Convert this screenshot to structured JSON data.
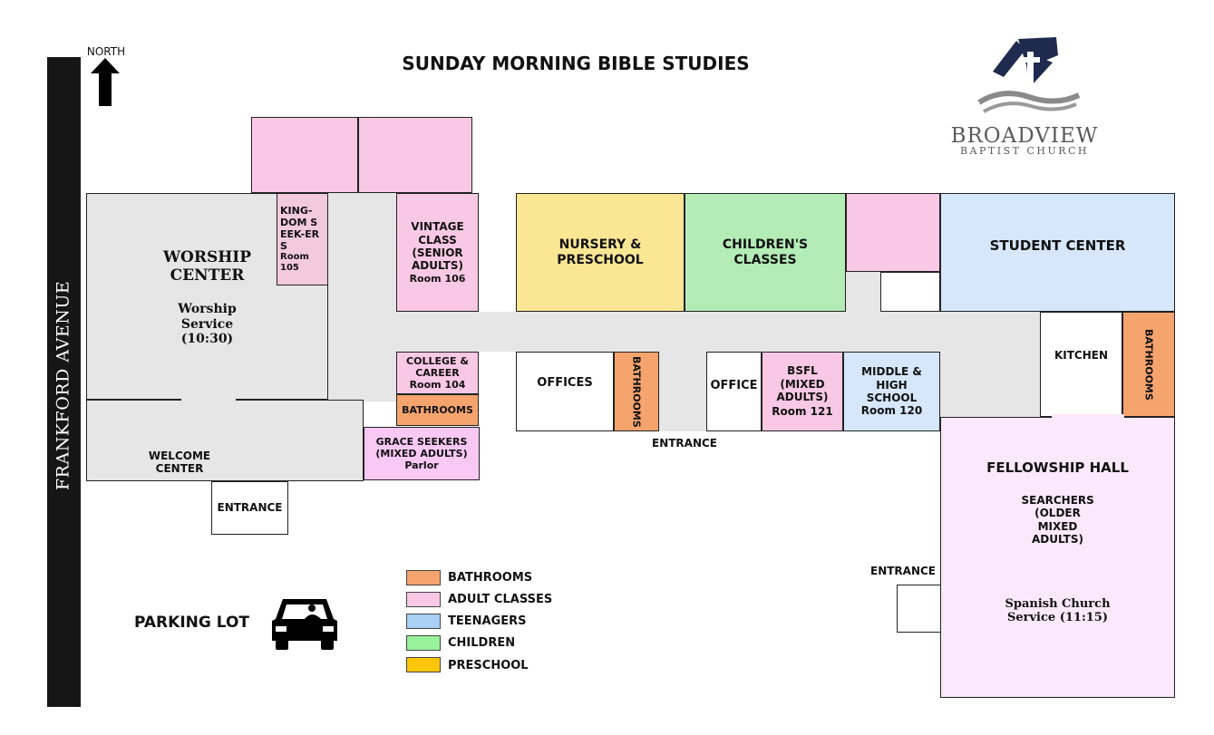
{
  "title": "SUNDAY MORNING BIBLE STUDIES",
  "north_label": "NORTH",
  "street": "FRANKFORD AVENUE",
  "logo": {
    "name": "BROADVIEW",
    "subtitle": "BAPTIST CHURCH"
  },
  "colors": {
    "bathrooms": "#f6a46e",
    "adult": "#f9c8e4",
    "teen": "#d6e6fb",
    "children": "#b4ecb6",
    "preschool": "#fbe694",
    "hall": "#e6e6e6",
    "fellowship": "#fbe9fb"
  },
  "rooms": {
    "worship_title": "WORSHIP CENTER",
    "worship_service": "Worship Service (10:30)",
    "welcome": "WELCOME CENTER",
    "kingdom": "KING-DOM SEEK-ERS",
    "kingdom_room": "Room 105",
    "vintage": "VINTAGE CLASS (SENIOR ADULTS)",
    "vintage_room": "Room 106",
    "college": "COLLEGE & CAREER",
    "college_room": "Room 104",
    "bath_left": "BATHROOMS",
    "grace": "GRACE SEEKERS (MIXED ADULTS)",
    "grace_room": "Parlor",
    "nursery": "NURSERY & PRESCHOOL",
    "children": "CHILDREN'S CLASSES",
    "student": "STUDENT CENTER",
    "offices": "OFFICES",
    "bath_mid": "BATHROOMS",
    "office": "OFFICE",
    "bsfl": "BSFL (MIXED ADULTS)",
    "bsfl_room": "Room 121",
    "middle": "MIDDLE & HIGH SCHOOL",
    "middle_room": "Room 120",
    "kitchen": "KITCHEN",
    "bath_right": "BATHROOMS",
    "fellowship": "FELLOWSHIP HALL",
    "searchers": "SEARCHERS (OLDER MIXED ADULTS)",
    "spanish": "Spanish Church Service (11:15)"
  },
  "entrances": {
    "front": "ENTRANCE",
    "middle": "ENTRANCE",
    "east": "ENTRANCE"
  },
  "parking": "PARKING LOT",
  "legend": [
    {
      "label": "BATHROOMS",
      "color": "#f6a46e"
    },
    {
      "label": "ADULT CLASSES",
      "color": "#f9c8e4"
    },
    {
      "label": "TEENAGERS",
      "color": "#a9d0f5"
    },
    {
      "label": "CHILDREN",
      "color": "#98f29a"
    },
    {
      "label": "PRESCHOOL",
      "color": "#fbc60a"
    }
  ]
}
